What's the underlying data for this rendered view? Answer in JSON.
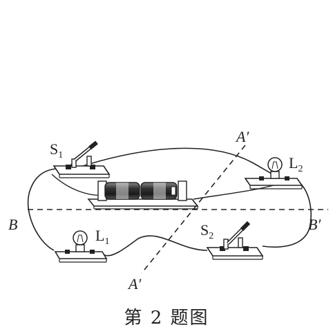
{
  "labels": {
    "switch1": {
      "letter": "S",
      "sub": "1"
    },
    "switch2": {
      "letter": "S",
      "sub": "2"
    },
    "lamp1": {
      "letter": "L",
      "sub": "1"
    },
    "lamp2": {
      "letter": "L",
      "sub": "2"
    },
    "axis_a_top": "A′",
    "axis_a_bottom": "A′",
    "axis_b_left": "B",
    "axis_b_right": "B′"
  },
  "caption": "第 2 题图",
  "colors": {
    "ink": "#222222",
    "paper": "#ffffff"
  }
}
